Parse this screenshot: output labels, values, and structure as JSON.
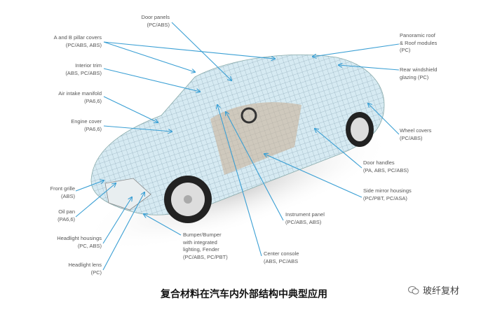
{
  "labels": {
    "door_panels": [
      "Door panels",
      "(PC/ABS)"
    ],
    "pillar_covers": [
      "A and B pillar covers",
      "(PC/ABS, ABS)"
    ],
    "interior_trim": [
      "Interior trim",
      "(ABS, PC/ABS)"
    ],
    "air_intake": [
      "Air intake manifold",
      "(PA6,6)"
    ],
    "engine_cover": [
      "Engine cover",
      "(PA6,6)"
    ],
    "front_grille": [
      "Front grille",
      "(ABS)"
    ],
    "oil_pan": [
      "Oil pan",
      "(PA6,6)"
    ],
    "headlight_housings": [
      "Headlight housings",
      "(PC, ABS)"
    ],
    "headlight_lens": [
      "Headlight lens",
      "(PC)"
    ],
    "bumper": [
      "Bumper/Bumper",
      "with integrated",
      "lighting, Fender",
      "(PC/ABS, PC/PBT)"
    ],
    "center_console": [
      "Center console",
      "(ABS, PC/ABS"
    ],
    "instrument_panel": [
      "Instrument panel",
      "(PC/ABS, ABS)"
    ],
    "side_mirror": [
      "Side mirror housings",
      "(PC/PBT, PC/ASA)"
    ],
    "door_handles": [
      "Door handles",
      "(PA, ABS, PC/ABS)"
    ],
    "wheel_covers": [
      "Wheel covers",
      "(PC/ABS)"
    ],
    "rear_windshield": [
      "Rear windshield",
      "glazing (PC)"
    ],
    "panoramic_roof": [
      "Panoramic roof",
      "& Roof modules",
      "(PC)"
    ]
  },
  "caption": "复合材料在汽车内外部结构中典型应用",
  "watermark": "玻纤复材",
  "colors": {
    "leader": "#3a9fd4",
    "body": "#cfe6f0"
  }
}
